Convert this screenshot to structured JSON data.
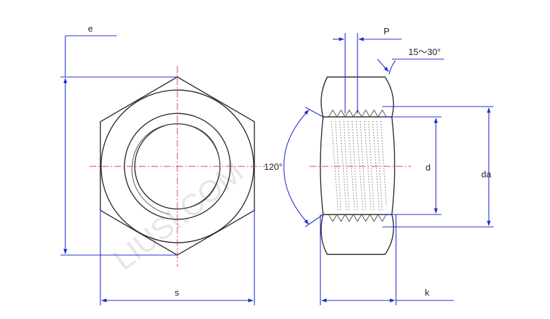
{
  "labels": {
    "e": "e",
    "s": "s",
    "p": "P",
    "angle_chamfer": "15～30°",
    "angle_hex": "120°",
    "d": "d",
    "da": "da",
    "k": "k"
  },
  "watermark": "LIUSI.COM",
  "colors": {
    "outline": "#2b2b2b",
    "dimension": "#1f2bd4",
    "centerline": "#e0368a"
  }
}
